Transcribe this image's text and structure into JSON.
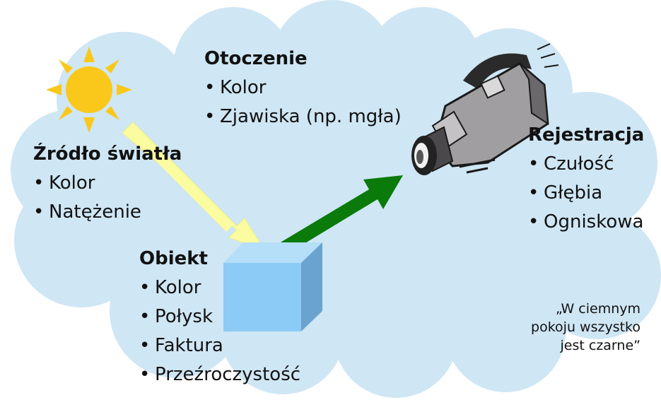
{
  "sections": {
    "light_source": {
      "title": "Źródło światła",
      "items": [
        "Kolor",
        "Natężenie"
      ]
    },
    "environment": {
      "title": "Otoczenie",
      "items": [
        "Kolor",
        "Zjawiska (np. mgła)"
      ]
    },
    "object": {
      "title": "Obiekt",
      "items": [
        "Kolor",
        "Połysk",
        "Faktura",
        "Przeźroczystość"
      ]
    },
    "recording": {
      "title": "Rejestracja",
      "items": [
        "Czułość",
        "Głębia",
        "Ogniskowa"
      ]
    }
  },
  "quote": {
    "lines": [
      "„W ciemnym",
      "pokoju wszystko",
      "jest czarne”"
    ]
  },
  "bullet": "•",
  "colors": {
    "cloud": "#cfe6f4",
    "sun": "#f9c81a",
    "light_arrow": "#fbfba0",
    "view_arrow": "#0a7a0a",
    "cube_front": "#8ccbf5",
    "cube_top": "#b5def8",
    "cube_side": "#6aa3cf",
    "camera_body": "#a09ea0"
  },
  "icons": {
    "sun": "sun-icon",
    "camera": "video-camera-icon"
  }
}
